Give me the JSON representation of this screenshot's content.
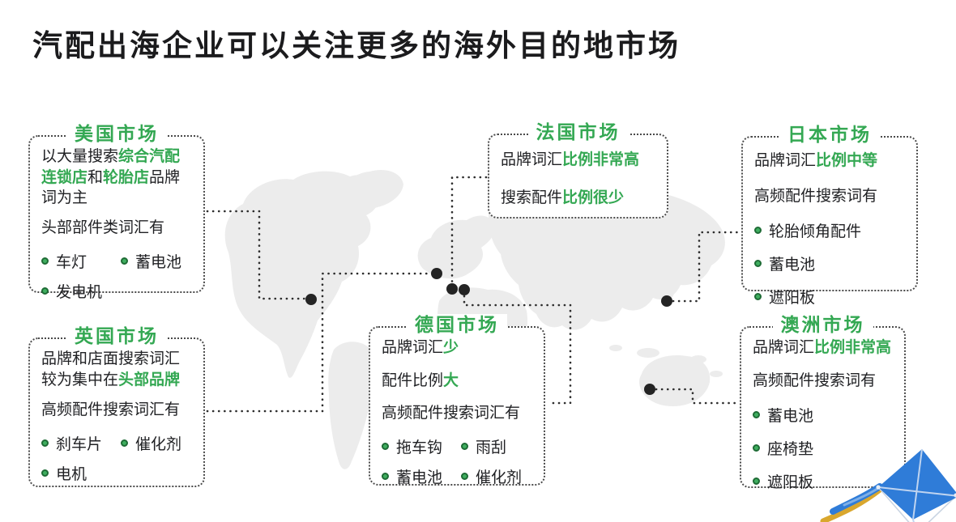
{
  "page": {
    "title": "汽配出海企业可以关注更多的海外目的地市场"
  },
  "colors": {
    "accent_green": "#34A853",
    "text": "#202124",
    "map_fill": "#ECECEC",
    "connector": "#2D2D2D",
    "kite_blue": "#2F7CD8",
    "kite_gold": "#D9A72E"
  },
  "cards": {
    "us": {
      "title": "美国市场",
      "p1": [
        {
          "t": "以大量搜索",
          "g": false
        },
        {
          "t": "综合汽配连锁店",
          "g": true
        },
        {
          "t": "和",
          "g": false
        },
        {
          "t": "轮胎店",
          "g": true
        },
        {
          "t": "品牌词为主",
          "g": false
        }
      ],
      "p2": "头部部件类词汇有",
      "bullets": [
        "车灯",
        "蓄电池",
        "发电机"
      ]
    },
    "uk": {
      "title": "英国市场",
      "p1": [
        {
          "t": "品牌和店面搜索词汇较为集中在",
          "g": false
        },
        {
          "t": "头部品牌",
          "g": true
        }
      ],
      "p2": "高频配件搜索词汇有",
      "bullets": [
        "刹车片",
        "催化剂",
        "电机"
      ]
    },
    "fr": {
      "title": "法国市场",
      "p1": [
        {
          "t": "品牌词汇",
          "g": false
        },
        {
          "t": "比例非常高",
          "g": true
        }
      ],
      "p2": [
        {
          "t": "搜索配件",
          "g": false
        },
        {
          "t": "比例很少",
          "g": true
        }
      ]
    },
    "de": {
      "title": "德国市场",
      "p1": [
        {
          "t": "品牌词汇",
          "g": false
        },
        {
          "t": "少",
          "g": true
        }
      ],
      "p2": [
        {
          "t": "配件比例",
          "g": false
        },
        {
          "t": "大",
          "g": true
        }
      ],
      "p3": "高频配件搜索词汇有",
      "bullets": [
        "拖车钩",
        "雨刮",
        "蓄电池",
        "催化剂"
      ]
    },
    "jp": {
      "title": "日本市场",
      "p1": [
        {
          "t": "品牌词汇",
          "g": false
        },
        {
          "t": "比例中等",
          "g": true
        }
      ],
      "p2": "高频配件搜索词有",
      "bullets": [
        "轮胎倾角配件",
        "蓄电池",
        "遮阳板"
      ]
    },
    "au": {
      "title": "澳洲市场",
      "p1": [
        {
          "t": "品牌词汇",
          "g": false
        },
        {
          "t": "比例非常高",
          "g": true
        }
      ],
      "p2": "高频配件搜索词有",
      "bullets": [
        "蓄电池",
        "座椅垫",
        "遮阳板"
      ]
    }
  }
}
